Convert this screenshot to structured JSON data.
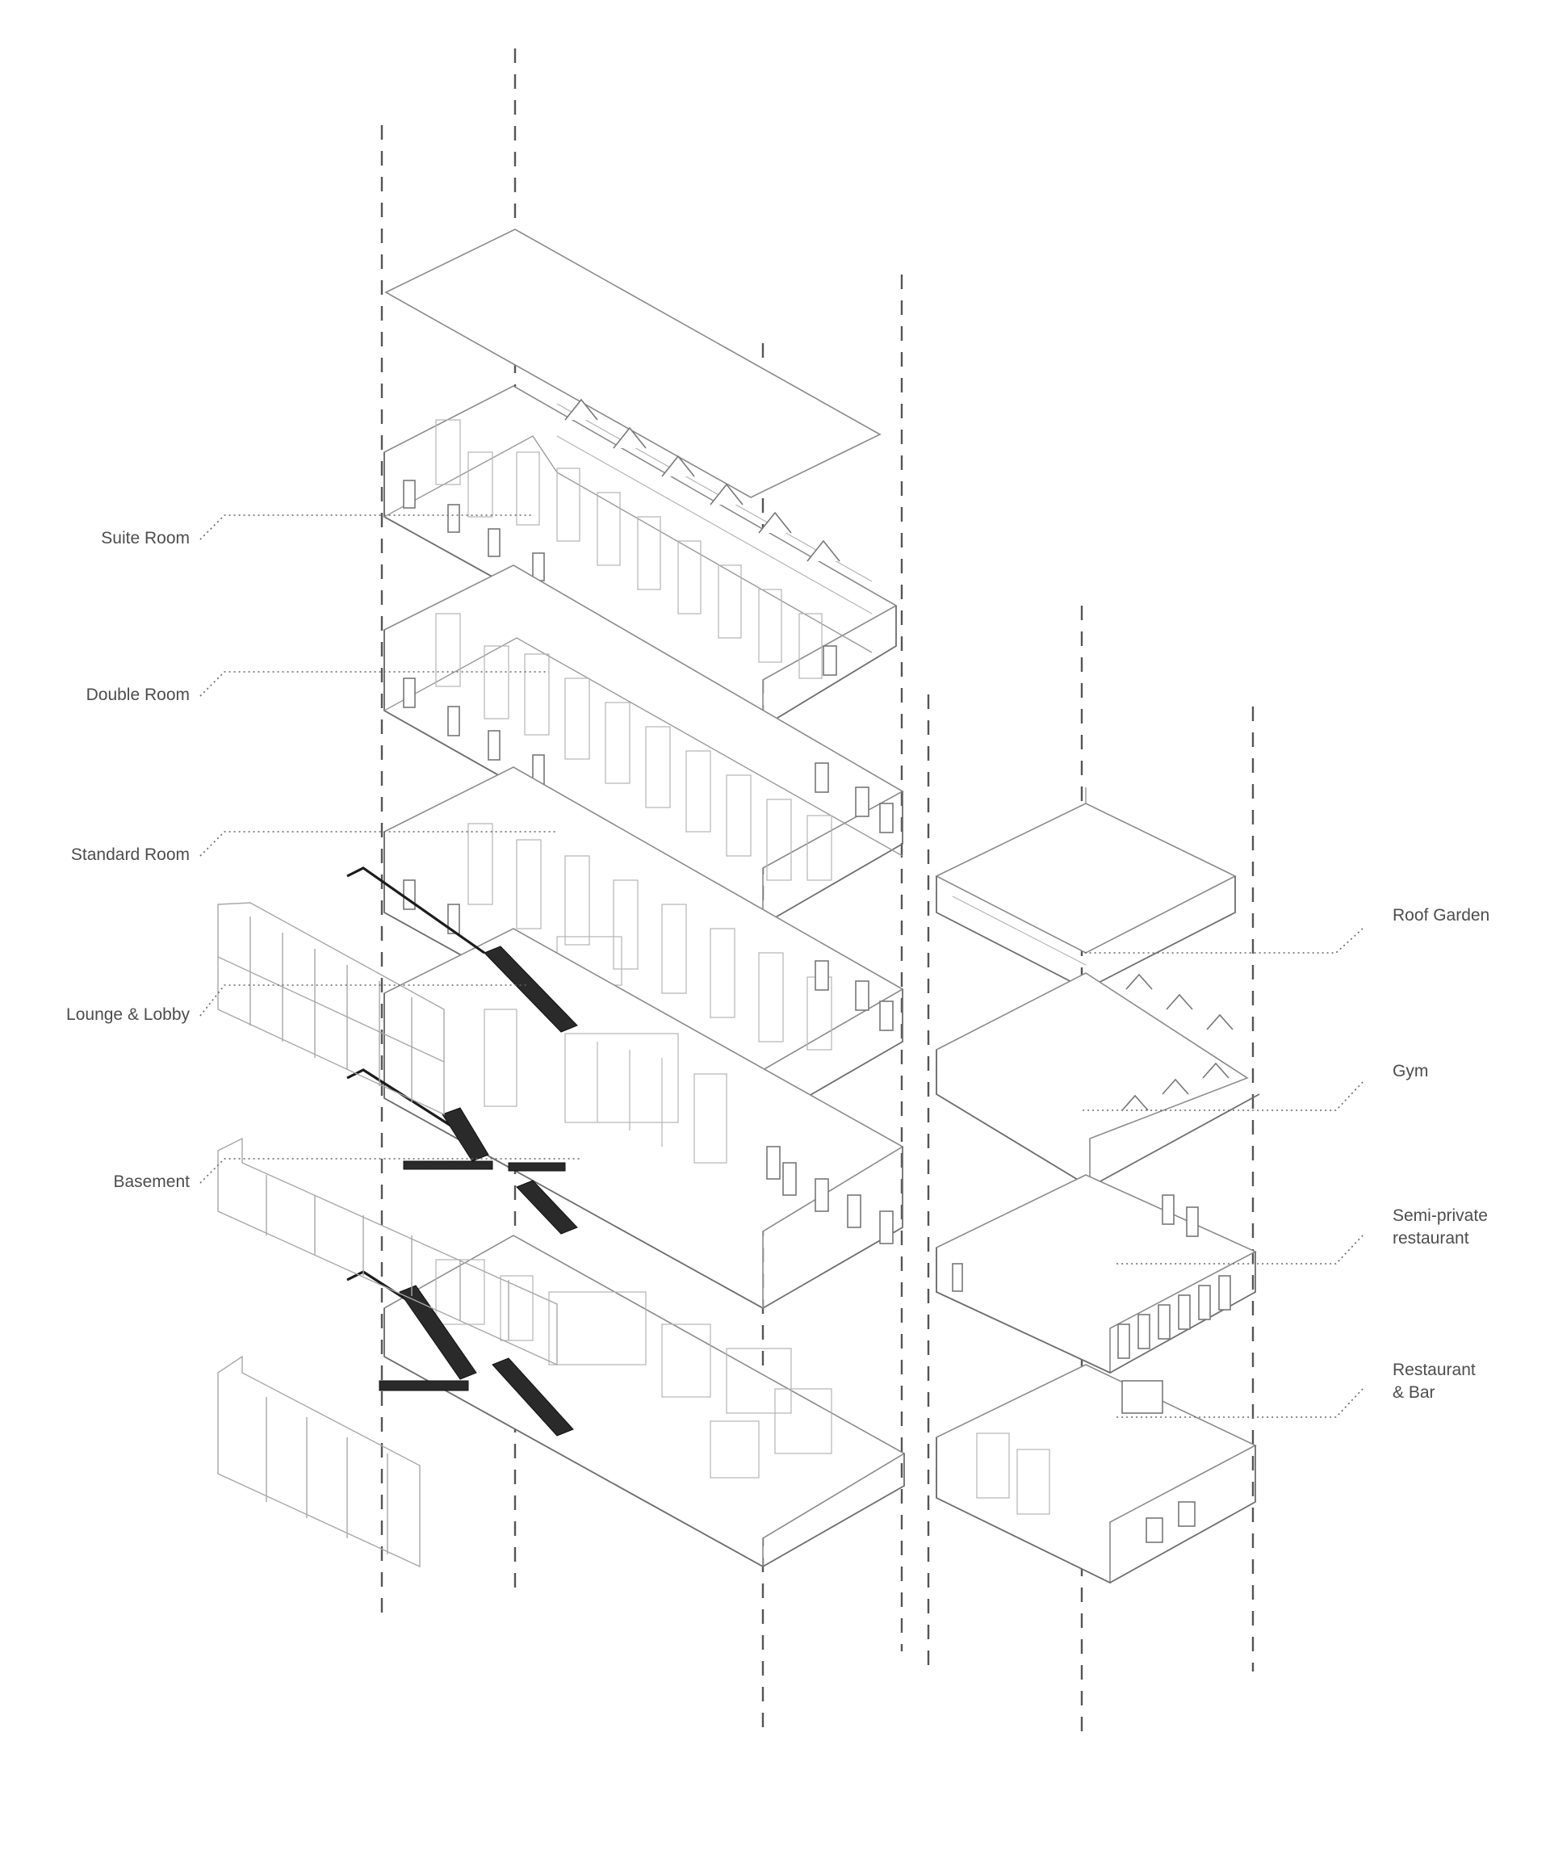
{
  "labels": {
    "suite_room": "Suite Room",
    "double_room": "Double Room",
    "standard_room": "Standard Room",
    "lounge_lobby": "Lounge & Lobby",
    "basement": "Basement",
    "roof_garden": "Roof Garden",
    "gym": "Gym",
    "semi_private_restaurant": "Semi-private\nrestaurant",
    "restaurant_bar": "Restaurant\n& Bar"
  }
}
